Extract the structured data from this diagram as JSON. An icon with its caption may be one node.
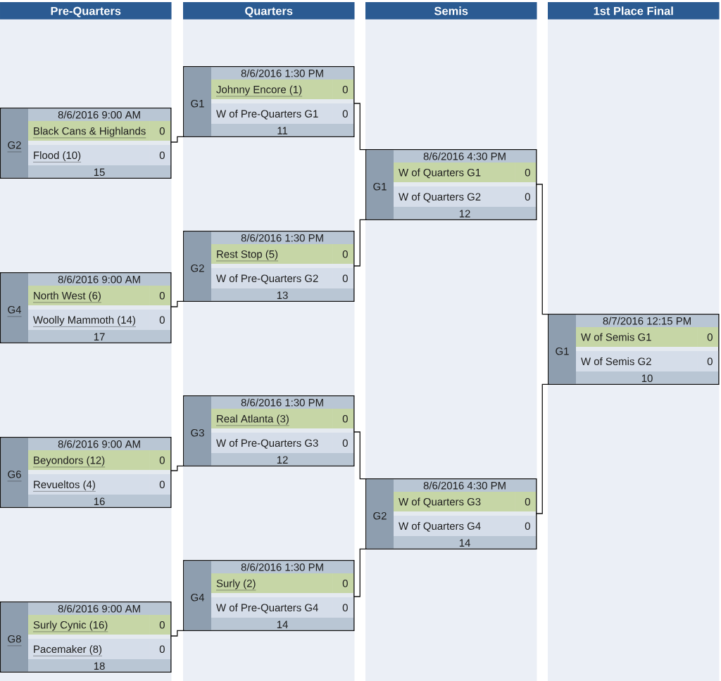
{
  "diagram": {
    "nodes": [
      {
        "text": [
          "Pre-Quarters"
        ]
      },
      {
        "text": [
          "G2",
          "8/6/2016 9:00 AM",
          "Black Cans & Highlands",
          "0",
          "Flood (10)",
          "0",
          "15"
        ],
        "in": 0
      },
      {
        "text": [
          "G4",
          "8/6/2016 9:00 AM",
          "North West (6)",
          "0",
          "Woolly Mammoth (14)",
          "0",
          "17"
        ],
        "in": 0
      },
      {
        "text": [
          "G6",
          "8/6/2016 9:00 AM",
          "Beyondors (12)",
          "0",
          "Revueltos (4)",
          "0",
          "16"
        ],
        "in": 0
      },
      {
        "text": [
          "G8",
          "8/6/2016 9:00 AM",
          "Surly Cynic (16)",
          "0",
          "Pacemaker (8)",
          "0",
          "18"
        ],
        "in": 0
      },
      {
        "text": [
          "Quarters"
        ]
      },
      {
        "text": [
          "G1",
          "8/6/2016 1:30 PM",
          "Johnny Encore (1)",
          "0",
          "W of Pre-Quarters G1",
          "0",
          "11"
        ],
        "in": 5
      },
      {
        "text": [
          "G2",
          "8/6/2016 1:30 PM",
          "Rest Stop (5)",
          "0",
          "W of Pre-Quarters G2",
          "0",
          "13"
        ],
        "in": 5
      },
      {
        "text": [
          "G3",
          "8/6/2016 1:30 PM",
          "Real Atlanta (3)",
          "0",
          "W of Pre-Quarters G3",
          "0",
          "12"
        ],
        "in": 5
      },
      {
        "text": [
          "G4",
          "8/6/2016 1:30 PM",
          "Surly (2)",
          "0",
          "W of Pre-Quarters G4",
          "0",
          "14"
        ],
        "in": 5
      },
      {
        "text": [
          "Semis"
        ]
      },
      {
        "text": [
          "G1",
          "8/6/2016 4:30 PM",
          "W of Quarters G1",
          "0",
          "W of Quarters G2",
          "0",
          "12"
        ],
        "in": 10
      },
      {
        "text": [
          "G2",
          "8/6/2016 4:30 PM",
          "W of Quarters G3",
          "0",
          "W of Quarters G4",
          "0",
          "14"
        ],
        "in": 10
      },
      {
        "text": [
          "1st Place Final"
        ]
      },
      {
        "text": [
          "G1",
          "8/7/2016 12:15 PM",
          "W of Semis G1",
          "0",
          "W of Semis G2",
          "0",
          "10"
        ],
        "in": 13
      }
    ],
    "edges": [
      {
        "from": 1,
        "to": 6,
        "arrow": "none"
      },
      {
        "from": 2,
        "to": 7,
        "arrow": "none"
      },
      {
        "from": 3,
        "to": 8,
        "arrow": "none"
      },
      {
        "from": 4,
        "to": 9,
        "arrow": "none"
      },
      {
        "from": 6,
        "to": 11,
        "arrow": "none"
      },
      {
        "from": 7,
        "to": 11,
        "arrow": "none"
      },
      {
        "from": 8,
        "to": 12,
        "arrow": "none"
      },
      {
        "from": 9,
        "to": 12,
        "arrow": "none"
      },
      {
        "from": 11,
        "to": 14,
        "arrow": "none"
      },
      {
        "from": 12,
        "to": 14,
        "arrow": "none"
      }
    ]
  }
}
